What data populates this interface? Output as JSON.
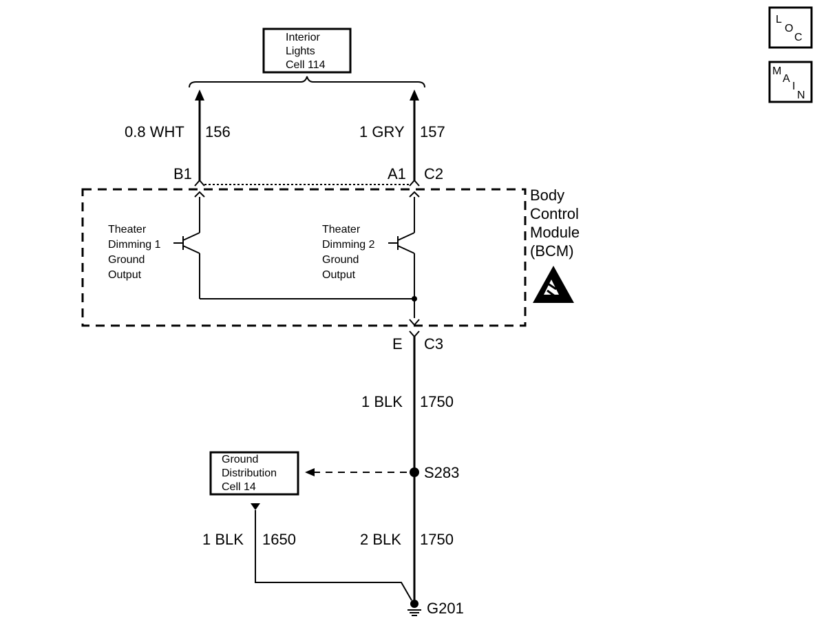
{
  "nav": {
    "loc": {
      "l1": "L",
      "l2": "O",
      "l3": "C"
    },
    "main": {
      "l1": "M",
      "l2": "A",
      "l3": "I",
      "l4": "N"
    }
  },
  "interior_lights": {
    "line1": "Interior",
    "line2": "Lights",
    "line3": "Cell 114"
  },
  "wires": {
    "w156": {
      "color": "0.8 WHT",
      "circuit": "156"
    },
    "w157": {
      "color": "1 GRY",
      "circuit": "157"
    },
    "w1750a": {
      "color": "1 BLK",
      "circuit": "1750"
    },
    "w1750b": {
      "color": "2 BLK",
      "circuit": "1750"
    },
    "w1650": {
      "color": "1 BLK",
      "circuit": "1650"
    }
  },
  "pins": {
    "b1": "B1",
    "a1": "A1",
    "c2": "C2",
    "e": "E",
    "c3": "C3"
  },
  "bcm": {
    "line1": "Body",
    "line2": "Control",
    "line3": "Module",
    "line4": "(BCM)"
  },
  "driver1": {
    "line1": "Theater",
    "line2": "Dimming 1",
    "line3": "Ground",
    "line4": "Output"
  },
  "driver2": {
    "line1": "Theater",
    "line2": "Dimming 2",
    "line3": "Ground",
    "line4": "Output"
  },
  "splice": "S283",
  "ground": "G201",
  "ground_distribution": {
    "line1": "Ground",
    "line2": "Distribution",
    "line3": "Cell 14"
  },
  "icons": {
    "esd": "esd-warning-icon"
  }
}
